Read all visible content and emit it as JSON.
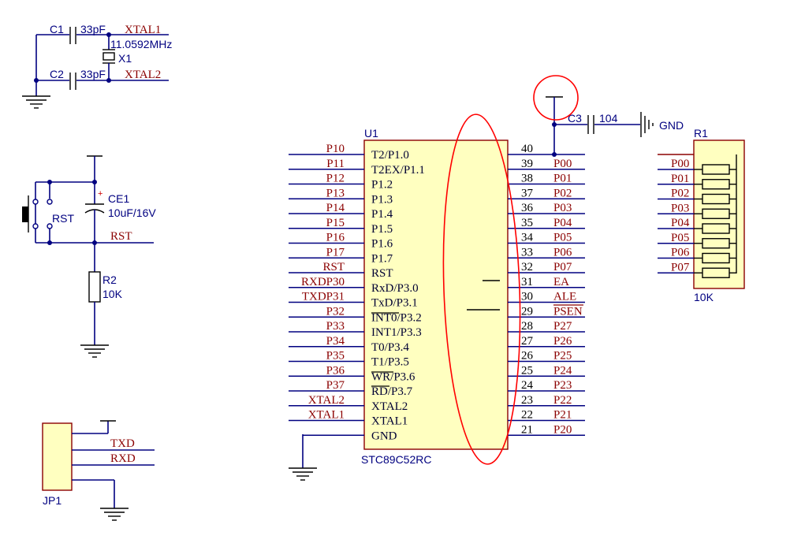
{
  "colors": {
    "wire": "#000080",
    "pin_stub": "#8b0000",
    "chip_fill": "#ffffc0",
    "chip_border": "#8b0000",
    "net_label": "#8b0000",
    "highlight": "#ff0000"
  },
  "crystal": {
    "c1_ref": "C1",
    "c1_value": "33pF",
    "c2_ref": "C2",
    "c2_value": "33pF",
    "x1_ref": "X1",
    "x1_value": "11.0592MHz",
    "net_top": "XTAL1",
    "net_bottom": "XTAL2"
  },
  "reset": {
    "switch_ref": "RST",
    "cap_ref": "CE1",
    "cap_value": "10uF/16V",
    "cap_polarity": "+",
    "net": "RST",
    "res_ref": "R2",
    "res_value": "10K"
  },
  "header": {
    "ref": "JP1",
    "net_txd": "TXD",
    "net_rxd": "RXD"
  },
  "mcu": {
    "ref": "U1",
    "part": "STC89C52RC",
    "left_pins": [
      {
        "num": "",
        "name": "T2/P1.0",
        "net": "P10"
      },
      {
        "num": "",
        "name": "T2EX/P1.1",
        "net": "P11"
      },
      {
        "num": "",
        "name": "P1.2",
        "net": "P12"
      },
      {
        "num": "",
        "name": "P1.3",
        "net": "P13"
      },
      {
        "num": "",
        "name": "P1.4",
        "net": "P14"
      },
      {
        "num": "",
        "name": "P1.5",
        "net": "P15"
      },
      {
        "num": "",
        "name": "P1.6",
        "net": "P16"
      },
      {
        "num": "",
        "name": "P1.7",
        "net": "P17"
      },
      {
        "num": "",
        "name": "RST",
        "net": "RST"
      },
      {
        "num": "",
        "name": "RxD/P3.0",
        "net": "RXDP30"
      },
      {
        "num": "",
        "name": "TxD/P3.1",
        "net": "TXDP31"
      },
      {
        "num": "",
        "name": "INT0/P3.2",
        "net": "P32"
      },
      {
        "num": "",
        "name": "INT1/P3.3",
        "net": "P33"
      },
      {
        "num": "",
        "name": "T0/P3.4",
        "net": "P34"
      },
      {
        "num": "",
        "name": "T1/P3.5",
        "net": "P35"
      },
      {
        "num": "",
        "name": "WR/P3.6",
        "net": "P36"
      },
      {
        "num": "",
        "name": "RD/P3.7",
        "net": "P37"
      },
      {
        "num": "",
        "name": "XTAL2",
        "net": "XTAL2"
      },
      {
        "num": "",
        "name": "XTAL1",
        "net": "XTAL1"
      },
      {
        "num": "",
        "name": "GND",
        "net": ""
      }
    ],
    "right_pins": [
      {
        "num": "40",
        "net": ""
      },
      {
        "num": "39",
        "net": "P00"
      },
      {
        "num": "38",
        "net": "P01"
      },
      {
        "num": "37",
        "net": "P02"
      },
      {
        "num": "36",
        "net": "P03"
      },
      {
        "num": "35",
        "net": "P04"
      },
      {
        "num": "34",
        "net": "P05"
      },
      {
        "num": "33",
        "net": "P06"
      },
      {
        "num": "32",
        "net": "P07"
      },
      {
        "num": "31",
        "net": "EA"
      },
      {
        "num": "30",
        "net": "ALE"
      },
      {
        "num": "29",
        "net": "PSEN"
      },
      {
        "num": "28",
        "net": "P27"
      },
      {
        "num": "27",
        "net": "P26"
      },
      {
        "num": "26",
        "net": "P25"
      },
      {
        "num": "25",
        "net": "P24"
      },
      {
        "num": "24",
        "net": "P23"
      },
      {
        "num": "23",
        "net": "P22"
      },
      {
        "num": "22",
        "net": "P21"
      },
      {
        "num": "21",
        "net": "P20"
      }
    ]
  },
  "decoupling": {
    "cap_ref": "C3",
    "cap_value": "104",
    "net": "GND"
  },
  "resnet": {
    "ref": "R1",
    "value": "10K",
    "pins": [
      "P00",
      "P01",
      "P02",
      "P03",
      "P04",
      "P05",
      "P06",
      "P07"
    ]
  }
}
